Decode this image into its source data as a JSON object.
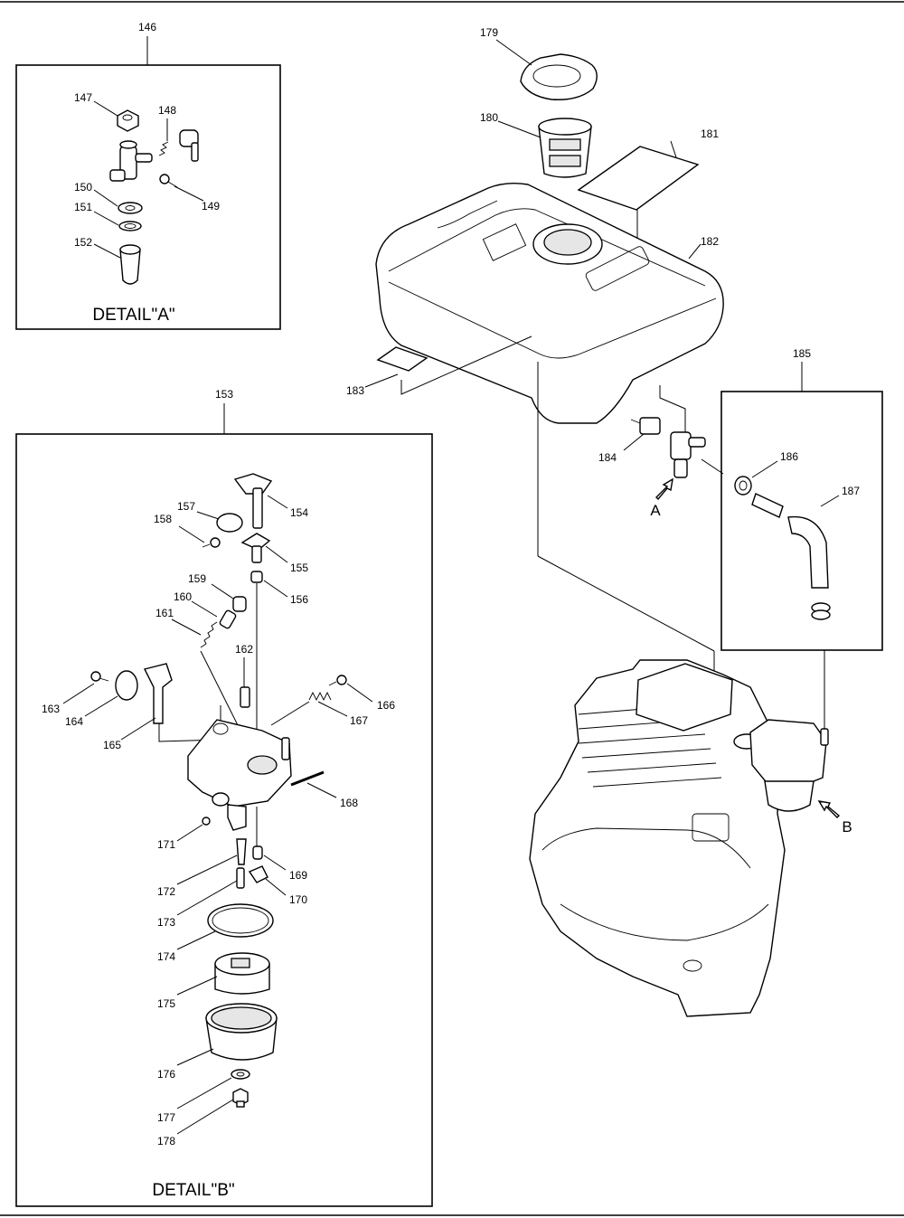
{
  "detail_a": {
    "title": "DETAIL\"A\"",
    "group_callout": "146",
    "callouts": [
      "147",
      "148",
      "149",
      "150",
      "151",
      "152"
    ]
  },
  "detail_b": {
    "title": "DETAIL\"B\"",
    "group_callout": "153",
    "callouts": [
      "154",
      "155",
      "156",
      "157",
      "158",
      "159",
      "160",
      "161",
      "162",
      "163",
      "164",
      "165",
      "166",
      "167",
      "168",
      "169",
      "170",
      "171",
      "172",
      "173",
      "174",
      "175",
      "176",
      "177",
      "178"
    ]
  },
  "fuel_line_group": {
    "group_callout": "185",
    "callouts": [
      "186",
      "187"
    ]
  },
  "tank_callouts": [
    "179",
    "180",
    "181",
    "182",
    "183",
    "184"
  ],
  "view_markers": [
    "A",
    "B"
  ],
  "icons": {
    "view_arrow": "arrow-up-right-icon"
  }
}
